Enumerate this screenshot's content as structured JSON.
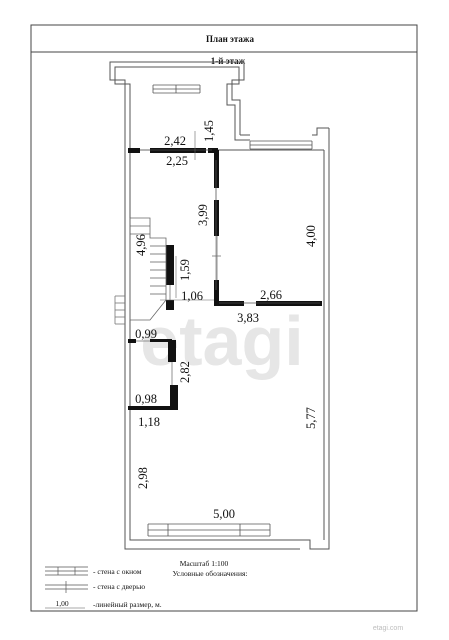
{
  "header": {
    "title": "План этажа",
    "floor": "1-й этаж"
  },
  "dimensions": [
    {
      "id": "d-242",
      "text": "2,42"
    },
    {
      "id": "d-145",
      "text": "1,45"
    },
    {
      "id": "d-225",
      "text": "2,25"
    },
    {
      "id": "d-399",
      "text": "3,99"
    },
    {
      "id": "d-400",
      "text": "4,00"
    },
    {
      "id": "d-496",
      "text": "4,96"
    },
    {
      "id": "d-159",
      "text": "1,59"
    },
    {
      "id": "d-106",
      "text": "1,06"
    },
    {
      "id": "d-266",
      "text": "2,66"
    },
    {
      "id": "d-383",
      "text": "3,83"
    },
    {
      "id": "d-099",
      "text": "0,99"
    },
    {
      "id": "d-282",
      "text": "2,82"
    },
    {
      "id": "d-098",
      "text": "0,98"
    },
    {
      "id": "d-118",
      "text": "1,18"
    },
    {
      "id": "d-577",
      "text": "5,77"
    },
    {
      "id": "d-298",
      "text": "2,98"
    },
    {
      "id": "d-500",
      "text": "5,00"
    }
  ],
  "legend": {
    "scale": "Масштаб 1:100",
    "heading": "Условные обозначения:",
    "window_label": "- стена с окном",
    "door_label": "- стена с дверью",
    "dim_sample": "1,00",
    "dim_label": "-линейный размер, м."
  },
  "watermark": "etagi",
  "brand": "etagi.com"
}
